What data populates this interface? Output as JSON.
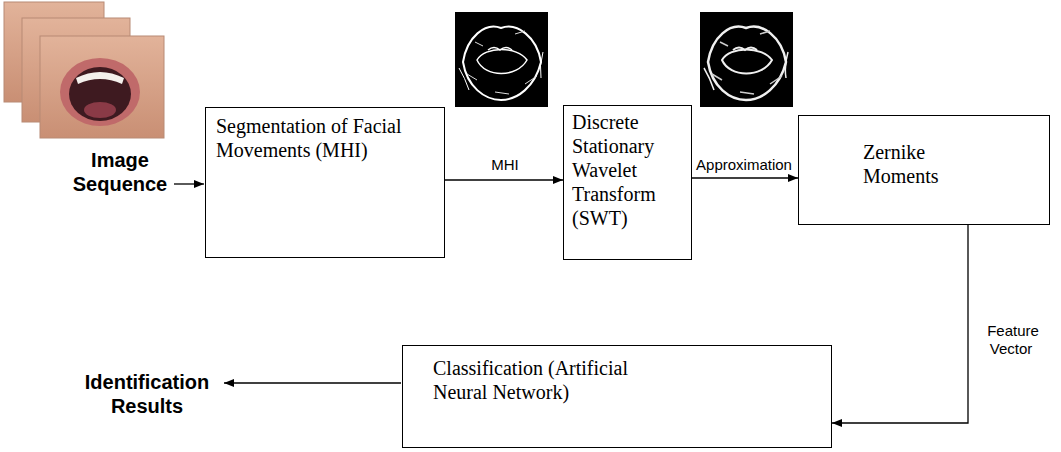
{
  "diagram": {
    "nodes": [
      {
        "text": [
          "Segmentation of Facial Movements (MHI)"
        ]
      },
      {
        "text": [
          "Discrete Stationary Wavelet Transform (SWT)"
        ]
      },
      {
        "text": [
          "Zernike Moments"
        ]
      },
      {
        "text": [
          "Classification (Artificial Neural Network)"
        ]
      }
    ],
    "edges": [
      {
        "from": 0,
        "to": 1,
        "arrow": "to",
        "label": "MHI"
      },
      {
        "from": 1,
        "to": 2,
        "arrow": "to",
        "label": "Approximation"
      },
      {
        "from": 2,
        "to": 3,
        "arrow": "to",
        "label": "Feature Vector"
      }
    ],
    "labels": [
      "Image Sequence",
      "Identification Results"
    ]
  }
}
